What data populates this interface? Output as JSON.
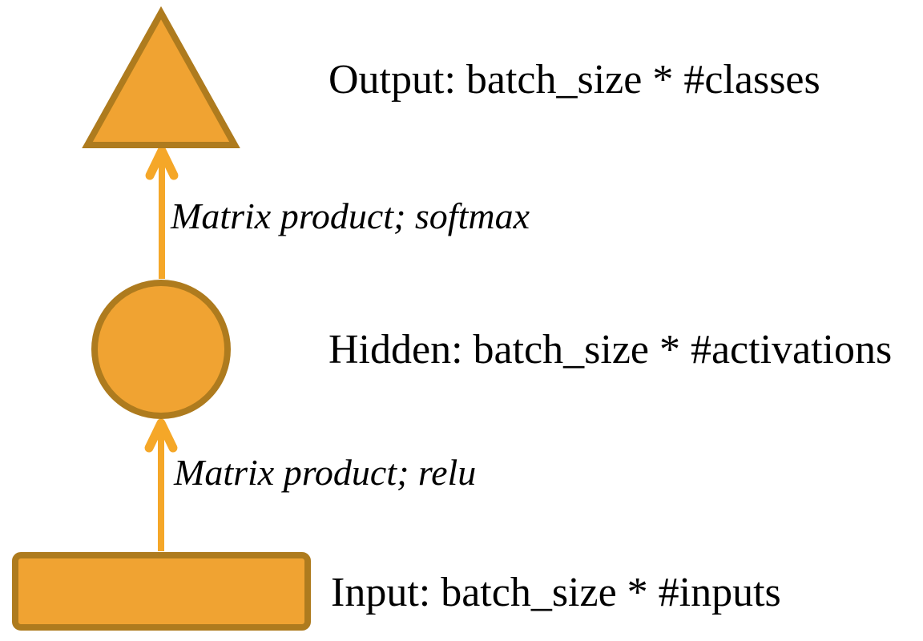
{
  "diagram": {
    "colors": {
      "shape_fill": "#F0A332",
      "shape_stroke": "#AE7B1E",
      "arrow": "#F5A728",
      "text": "#000000"
    },
    "nodes": [
      {
        "id": "output",
        "shape": "triangle",
        "label": "Output: batch_size * #classes"
      },
      {
        "id": "hidden",
        "shape": "circle",
        "label": "Hidden: batch_size * #activations"
      },
      {
        "id": "input",
        "shape": "rectangle",
        "label": "Input: batch_size * #inputs"
      }
    ],
    "edges": [
      {
        "from": "hidden",
        "to": "output",
        "label": "Matrix product; softmax"
      },
      {
        "from": "input",
        "to": "hidden",
        "label": "Matrix product; relu"
      }
    ]
  }
}
